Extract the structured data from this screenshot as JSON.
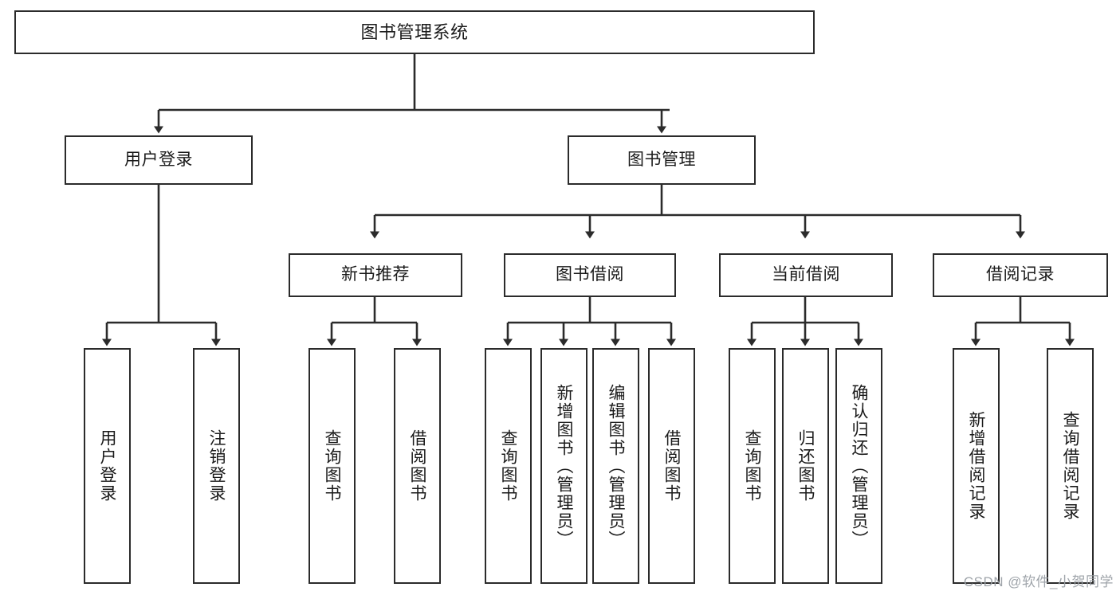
{
  "diagram": {
    "title": "图书管理系统",
    "type": "hierarchy-tree",
    "watermark": "CSDN @软件_小贺同学",
    "colors": {
      "box_border": "#2b2b2b",
      "box_fill": "#ffffff",
      "connector": "#2b2b2b",
      "text": "#1a1a1a",
      "watermark": "#9aa0a6"
    },
    "levels": {
      "root": {
        "label": "图书管理系统"
      },
      "level2": [
        {
          "label": "用户登录"
        },
        {
          "label": "图书管理"
        }
      ],
      "level3": [
        {
          "label": "新书推荐"
        },
        {
          "label": "图书借阅"
        },
        {
          "label": "当前借阅"
        },
        {
          "label": "借阅记录"
        }
      ],
      "leaves": {
        "user_login": [
          {
            "label": "用户登录"
          },
          {
            "label": "注销登录"
          }
        ],
        "new_book_recommend": [
          {
            "label": "查询图书"
          },
          {
            "label": "借阅图书"
          }
        ],
        "book_borrow": [
          {
            "label": "查询图书"
          },
          {
            "label": "新增图书（管理员）"
          },
          {
            "label": "编辑图书（管理员）"
          },
          {
            "label": "借阅图书"
          }
        ],
        "current_borrow": [
          {
            "label": "查询图书"
          },
          {
            "label": "归还图书"
          },
          {
            "label": "确认归还（管理员）"
          }
        ],
        "borrow_record": [
          {
            "label": "新增借阅记录"
          },
          {
            "label": "查询借阅记录"
          }
        ]
      }
    }
  }
}
